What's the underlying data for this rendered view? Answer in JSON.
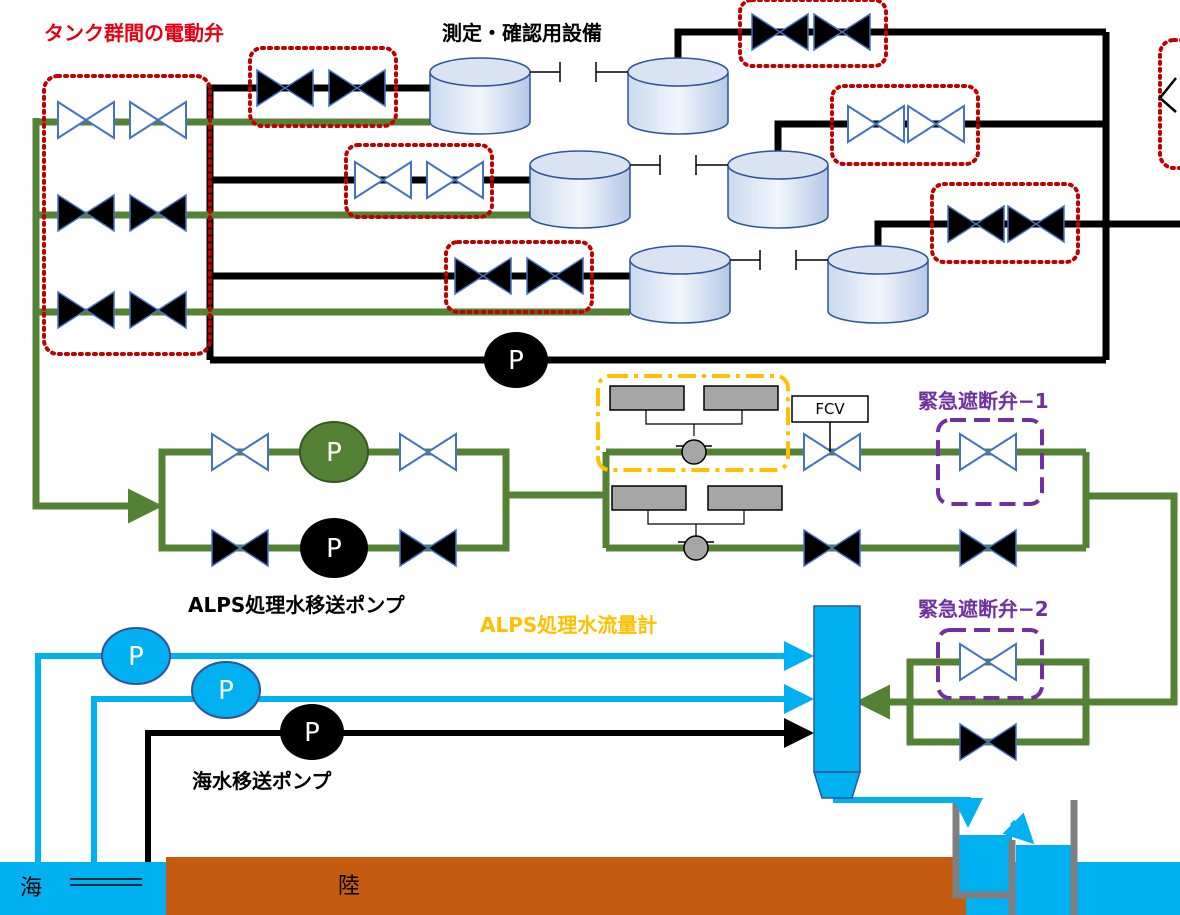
{
  "labels": {
    "tank_valves": "タンク群間の電動弁",
    "measurement": "測定・確認用設備",
    "emergency_valve_1": "緊急遮断弁−1",
    "emergency_valve_2": "緊急遮断弁−2",
    "alps_pump": "ALPS処理水移送ポンプ",
    "alps_flowmeter": "ALPS処理水流量計",
    "seawater_pump": "海水移送ポンプ",
    "sea": "海",
    "land": "陸",
    "fcv": "FCV",
    "pump_symbol": "P"
  },
  "colors": {
    "green_pipe": "#548235",
    "black_pipe": "#000000",
    "blue_pipe": "#00b0f0",
    "red_dotted": "#c00000",
    "purple_dashed": "#7030a0",
    "yellow_dashdot": "#ffc000",
    "land": "#c55a11",
    "tank_fill": "#dae3f3",
    "tank_stroke": "#2f5597"
  }
}
